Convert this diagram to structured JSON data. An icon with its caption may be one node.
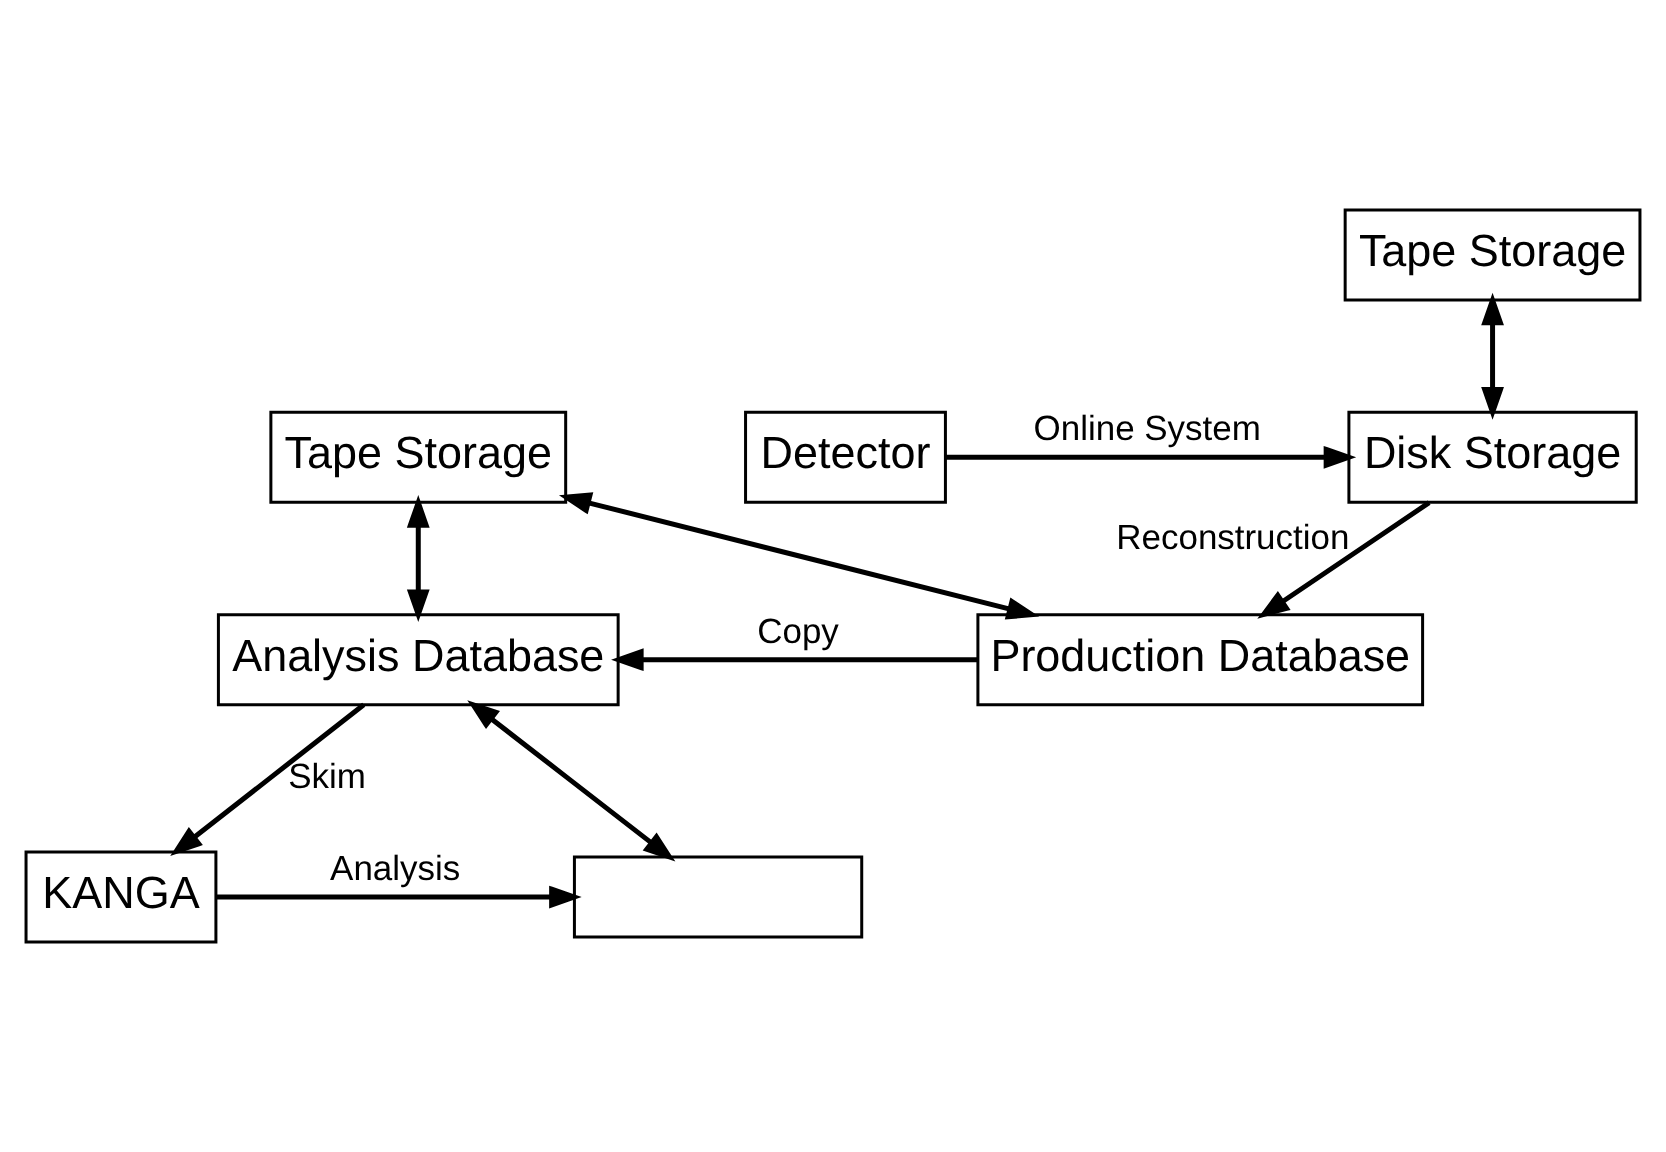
{
  "diagram": {
    "nodes": [
      {
        "text": [
          "Tape Storage"
        ]
      },
      {
        "text": [
          "Detector"
        ]
      },
      {
        "text": [
          "Disk Storage"
        ]
      },
      {
        "text": [
          "Tape Storage"
        ]
      },
      {
        "text": [
          "Analysis Database"
        ]
      },
      {
        "text": [
          "Production Database"
        ]
      },
      {
        "text": [
          "KANGA"
        ]
      },
      {
        "text": [],
        "shape": "box"
      }
    ],
    "edges": [
      {
        "from": 0,
        "to": 2,
        "arrow": "both"
      },
      {
        "from": 1,
        "to": 2,
        "arrow": "to",
        "label": "Online System"
      },
      {
        "from": 2,
        "to": 5,
        "arrow": "to",
        "label": "Reconstruction"
      },
      {
        "from": 3,
        "to": 4,
        "arrow": "both"
      },
      {
        "from": 3,
        "to": 5,
        "arrow": "both"
      },
      {
        "from": 5,
        "to": 4,
        "arrow": "to",
        "label": "Copy"
      },
      {
        "from": 4,
        "to": 6,
        "arrow": "to",
        "label": "Skim"
      },
      {
        "from": 4,
        "to": 7,
        "arrow": "both"
      },
      {
        "from": 6,
        "to": 7,
        "arrow": "to",
        "label": "Analysis"
      }
    ]
  }
}
